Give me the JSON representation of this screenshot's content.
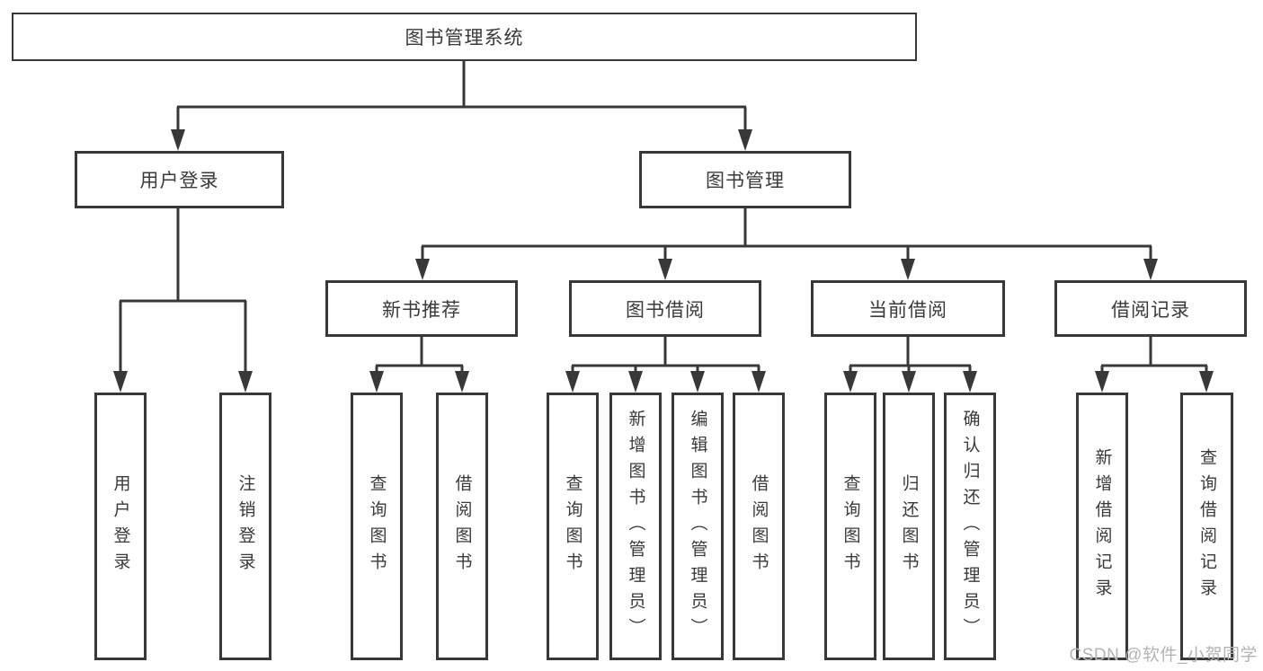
{
  "diagram": {
    "type": "tree-structure-chart",
    "colors": {
      "line": "#383838",
      "text": "#3a3a3a",
      "box_background": "#ffffff",
      "watermark": "#b4b4b4"
    },
    "watermark": "CSDN @软件_小贺同学",
    "hierarchy": {
      "label": "图书管理系统",
      "children": [
        {
          "label": "用户登录",
          "children": [
            {
              "label": "用户登录"
            },
            {
              "label": "注销登录"
            }
          ]
        },
        {
          "label": "图书管理",
          "children": [
            {
              "label": "新书推荐",
              "children": [
                {
                  "label": "查询图书"
                },
                {
                  "label": "借阅图书"
                }
              ]
            },
            {
              "label": "图书借阅",
              "children": [
                {
                  "label": "查询图书"
                },
                {
                  "label": "新增图书（管理员）"
                },
                {
                  "label": "编辑图书（管理员）"
                },
                {
                  "label": "借阅图书"
                }
              ]
            },
            {
              "label": "当前借阅",
              "children": [
                {
                  "label": "查询图书"
                },
                {
                  "label": "归还图书"
                },
                {
                  "label": "确认归还（管理员）"
                }
              ]
            },
            {
              "label": "借阅记录",
              "children": [
                {
                  "label": "新增借阅记录"
                },
                {
                  "label": "查询借阅记录"
                }
              ]
            }
          ]
        }
      ]
    }
  }
}
